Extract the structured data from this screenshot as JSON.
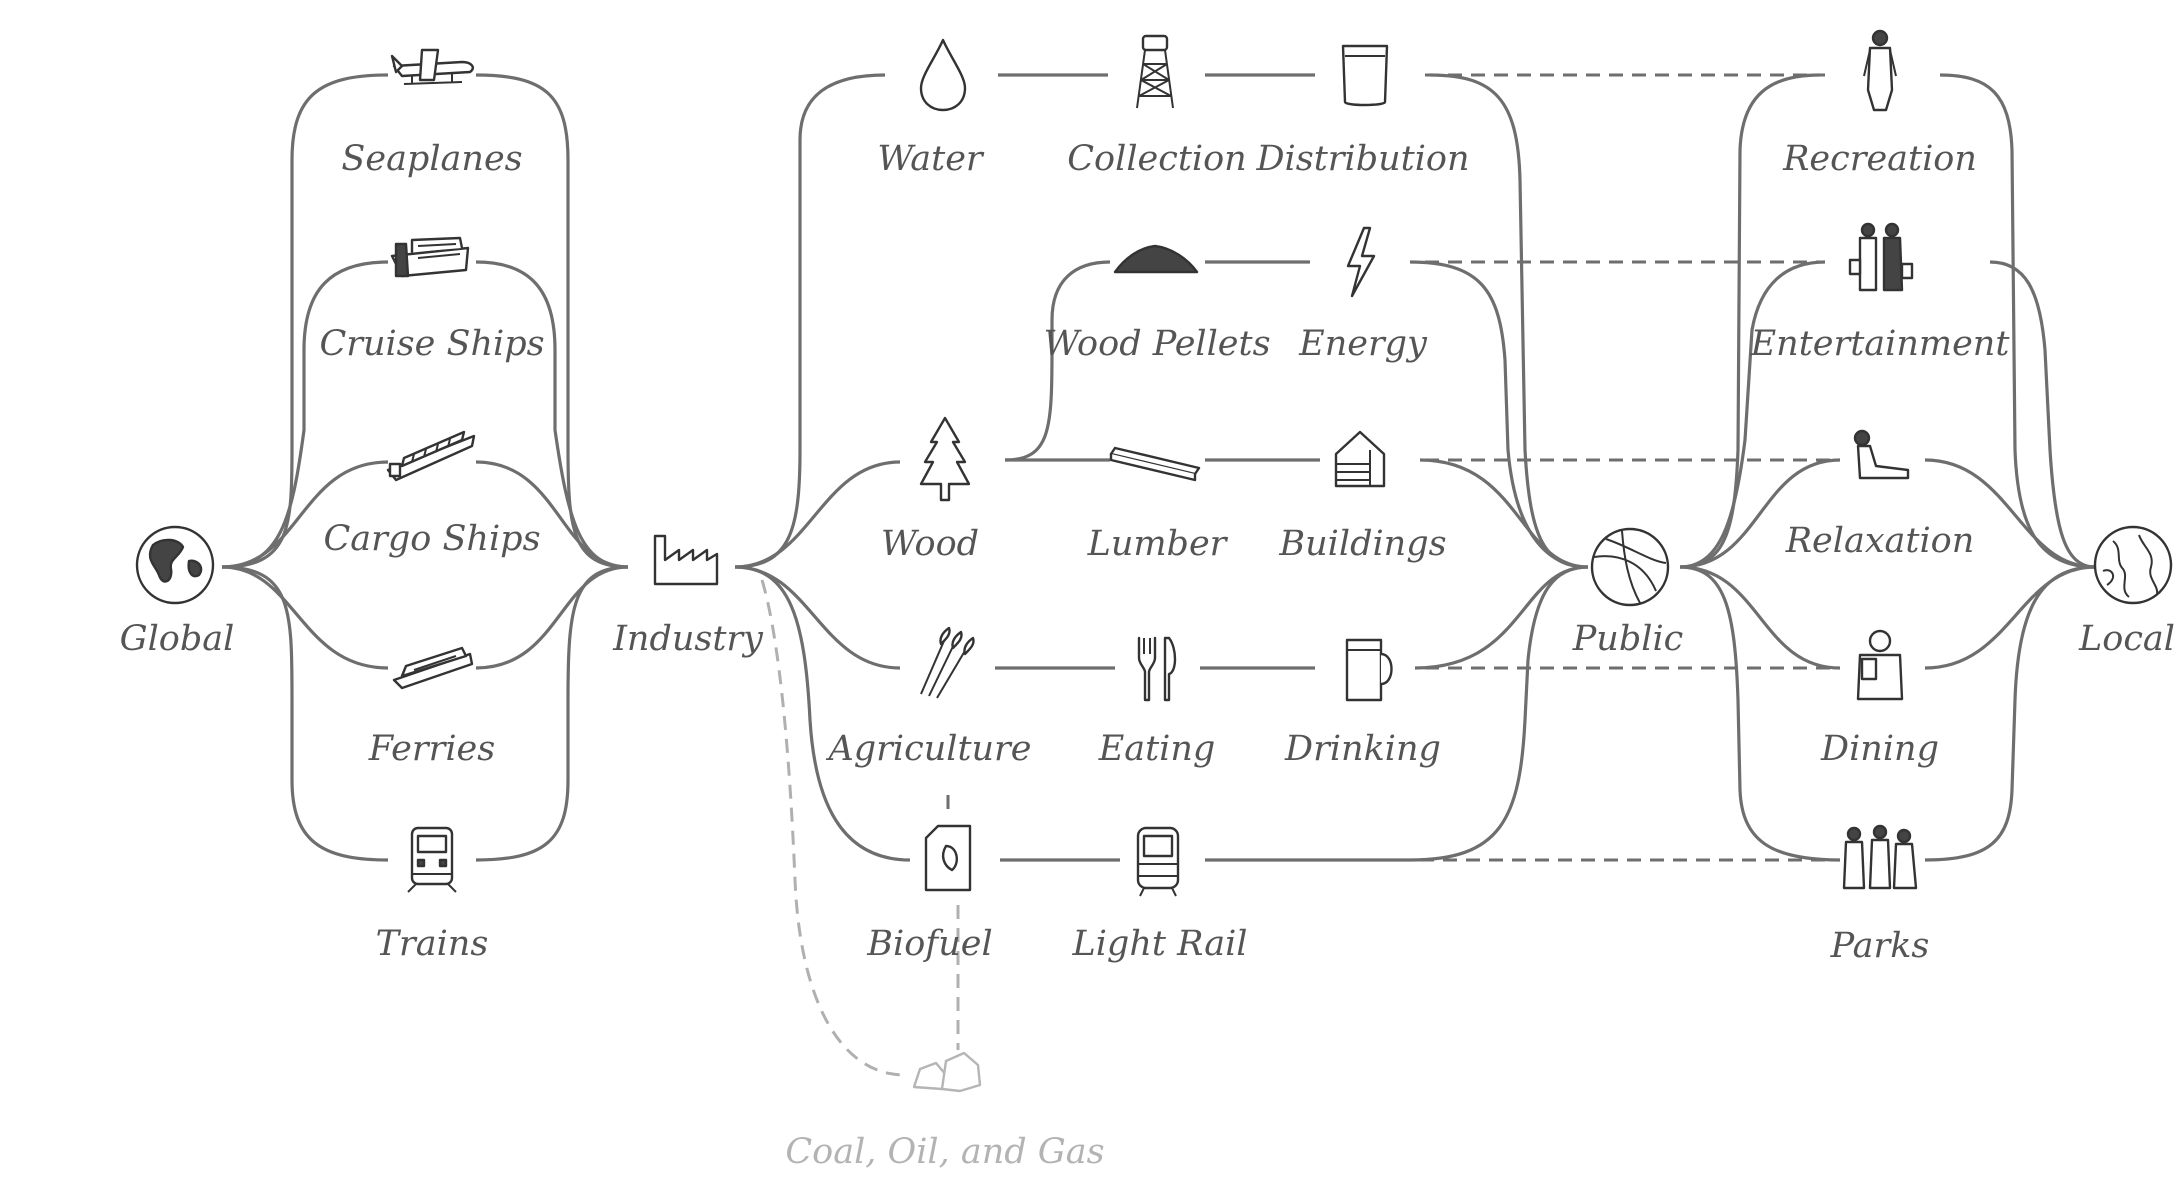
{
  "nodes": {
    "global": "Global",
    "seaplanes": "Seaplanes",
    "cruise_ships": "Cruise Ships",
    "cargo_ships": "Cargo Ships",
    "ferries": "Ferries",
    "trains": "Trains",
    "industry": "Industry",
    "water": "Water",
    "collection": "Collection",
    "distribution": "Distribution",
    "wood_pellets": "Wood Pellets",
    "energy": "Energy",
    "wood": "Wood",
    "lumber": "Lumber",
    "buildings": "Buildings",
    "agriculture": "Agriculture",
    "eating": "Eating",
    "drinking": "Drinking",
    "biofuel": "Biofuel",
    "light_rail": "Light Rail",
    "coal_oil_gas": "Coal, Oil, and Gas",
    "public": "Public",
    "recreation": "Recreation",
    "entertainment": "Entertainment",
    "relaxation": "Relaxation",
    "dining": "Dining",
    "parks": "Parks",
    "local": "Local"
  },
  "icons": {
    "global": "globe-icon",
    "seaplanes": "seaplane-icon",
    "cruise_ships": "cruise-ship-icon",
    "cargo_ships": "cargo-ship-icon",
    "ferries": "ferry-icon",
    "trains": "train-icon",
    "industry": "factory-icon",
    "water": "water-drop-icon",
    "collection": "water-tower-icon",
    "distribution": "water-glass-icon",
    "wood_pellets": "pellet-pile-icon",
    "energy": "lightning-icon",
    "wood": "pine-tree-icon",
    "lumber": "lumber-plank-icon",
    "buildings": "house-icon",
    "agriculture": "wheat-icon",
    "eating": "fork-knife-icon",
    "drinking": "beer-mug-icon",
    "biofuel": "fuel-can-icon",
    "light_rail": "tram-icon",
    "coal_oil_gas": "rocks-icon",
    "public": "beach-ball-icon",
    "recreation": "person-standing-icon",
    "entertainment": "people-shopping-icon",
    "relaxation": "person-reclining-icon",
    "dining": "person-drinking-icon",
    "parks": "group-people-icon",
    "local": "local-map-icon"
  },
  "colors": {
    "line": "#6e6e6e",
    "text": "#555555",
    "faded": "#b3b3b3",
    "icon_stroke": "#333333"
  }
}
